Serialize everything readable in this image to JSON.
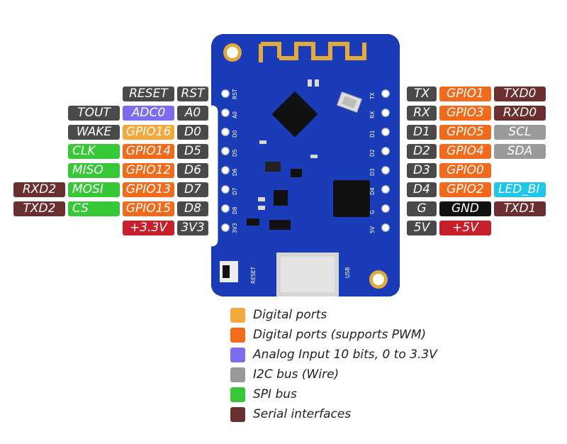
{
  "colors": {
    "board": "#1a3cb8",
    "board_edge": "#12309a",
    "gold": "#e2a93b",
    "chip": "#111111",
    "digital": "#f5a83b",
    "pwm": "#f26a1b",
    "analog": "#7c6cf0",
    "i2c": "#9a9a9a",
    "spi": "#37c837",
    "serial": "#6b2f2f",
    "name_dark": "#4a4a4a",
    "pin_gray": "#666666",
    "power": "#c8202a",
    "gnd": "#111111",
    "led": "#1ec6ea"
  },
  "board": {
    "left_silk": [
      "RST",
      "A0",
      "D0",
      "D5",
      "D6",
      "D7",
      "D8",
      "3V3"
    ],
    "right_silk": [
      "TX",
      "RX",
      "D1",
      "D2",
      "D3",
      "D4",
      "G",
      "5V"
    ],
    "reset_label": "RESET",
    "usb_label": "USB"
  },
  "left_rows": [
    {
      "pin": "RST",
      "cells": [
        {
          "text": "RESET",
          "kind": "name"
        }
      ]
    },
    {
      "pin": "A0",
      "cells": [
        {
          "text": "ADC0",
          "kind": "analog"
        },
        {
          "text": "TOUT",
          "kind": "name"
        }
      ]
    },
    {
      "pin": "D0",
      "cells": [
        {
          "text": "GPIO16",
          "kind": "digital"
        },
        {
          "text": "WAKE",
          "kind": "name"
        }
      ]
    },
    {
      "pin": "D5",
      "cells": [
        {
          "text": "GPIO14",
          "kind": "pwm"
        },
        {
          "text": "CLK",
          "kind": "spi"
        }
      ]
    },
    {
      "pin": "D6",
      "cells": [
        {
          "text": "GPIO12",
          "kind": "pwm"
        },
        {
          "text": "MISO",
          "kind": "spi"
        }
      ]
    },
    {
      "pin": "D7",
      "cells": [
        {
          "text": "GPIO13",
          "kind": "pwm"
        },
        {
          "text": "MOSI",
          "kind": "spi"
        },
        {
          "text": "RXD2",
          "kind": "serial"
        }
      ]
    },
    {
      "pin": "D8",
      "cells": [
        {
          "text": "GPIO15",
          "kind": "pwm"
        },
        {
          "text": "CS",
          "kind": "spi"
        },
        {
          "text": "TXD2",
          "kind": "serial"
        }
      ]
    },
    {
      "pin": "3V3",
      "cells": [
        {
          "text": "+3.3V",
          "kind": "power"
        }
      ]
    }
  ],
  "right_rows": [
    {
      "pin": "TX",
      "cells": [
        {
          "text": "GPIO1",
          "kind": "pwm"
        },
        {
          "text": "TXD0",
          "kind": "serial"
        }
      ]
    },
    {
      "pin": "RX",
      "cells": [
        {
          "text": "GPIO3",
          "kind": "pwm"
        },
        {
          "text": "RXD0",
          "kind": "serial"
        }
      ]
    },
    {
      "pin": "D1",
      "cells": [
        {
          "text": "GPIO5",
          "kind": "pwm"
        },
        {
          "text": "SCL",
          "kind": "i2c"
        }
      ]
    },
    {
      "pin": "D2",
      "cells": [
        {
          "text": "GPIO4",
          "kind": "pwm"
        },
        {
          "text": "SDA",
          "kind": "i2c"
        }
      ]
    },
    {
      "pin": "D3",
      "cells": [
        {
          "text": "GPIO0",
          "kind": "pwm"
        }
      ]
    },
    {
      "pin": "D4",
      "cells": [
        {
          "text": "GPIO2",
          "kind": "pwm"
        },
        {
          "text": "LED_BI",
          "kind": "led"
        }
      ]
    },
    {
      "pin": "G",
      "cells": [
        {
          "text": "GND",
          "kind": "gnd"
        },
        {
          "text": "TXD1",
          "kind": "serial"
        }
      ]
    },
    {
      "pin": "5V",
      "cells": [
        {
          "text": "+5V",
          "kind": "power"
        }
      ]
    }
  ],
  "legend": [
    {
      "label": "Digital ports",
      "kind": "digital"
    },
    {
      "label": "Digital ports (supports PWM)",
      "kind": "pwm"
    },
    {
      "label": "Analog Input 10 bits, 0 to 3.3V",
      "kind": "analog"
    },
    {
      "label": "I2C bus (Wire)",
      "kind": "i2c"
    },
    {
      "label": "SPI bus",
      "kind": "spi"
    },
    {
      "label": "Serial interfaces",
      "kind": "serial"
    }
  ]
}
